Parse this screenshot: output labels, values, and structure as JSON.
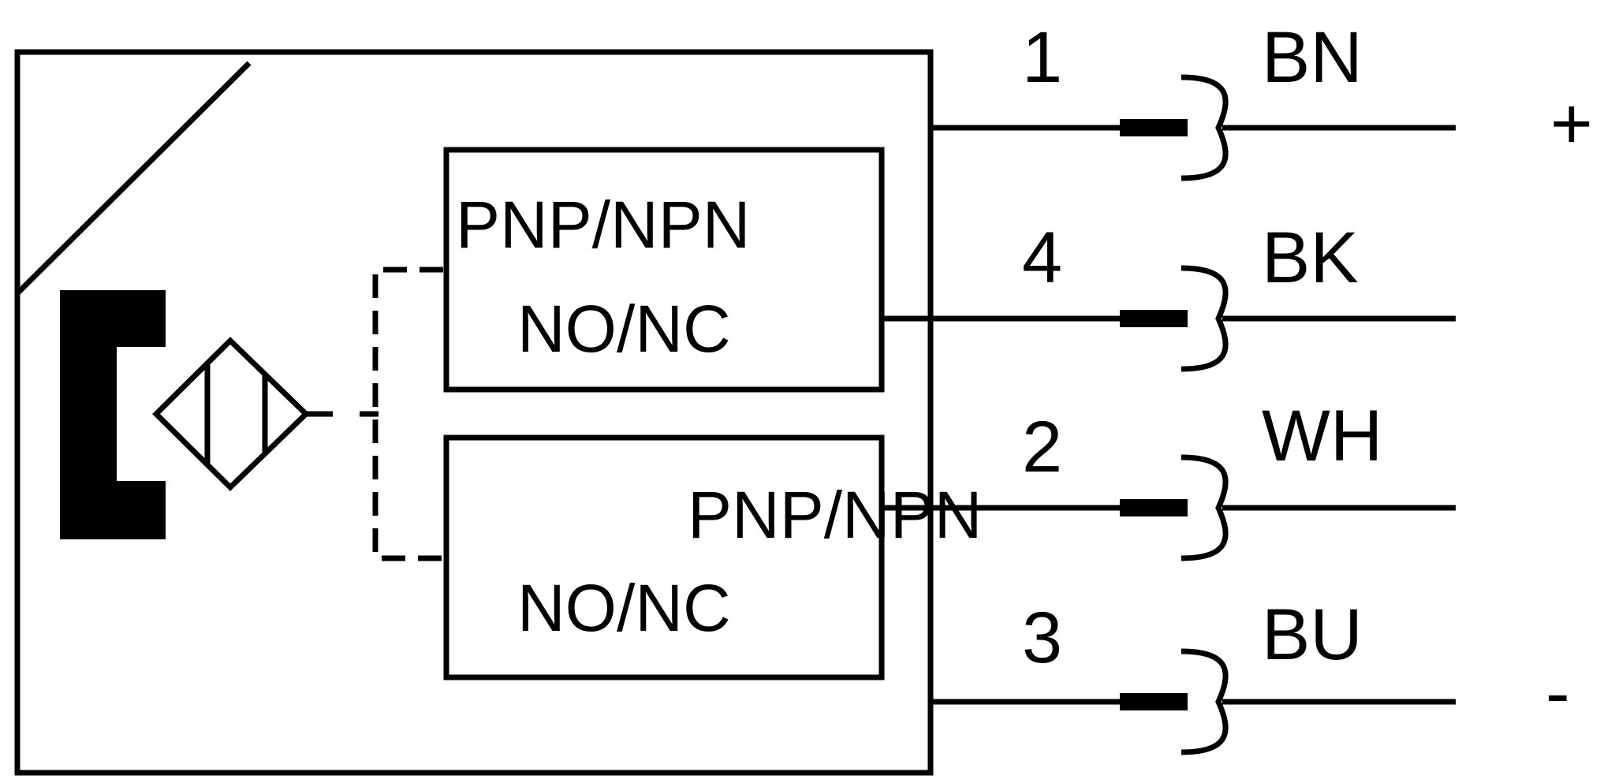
{
  "block_top": {
    "line1": "PNP/NPN",
    "line2": "NO/NC"
  },
  "block_bottom": {
    "line1": "PNP/NPN",
    "line2": "NO/NC"
  },
  "terminals": [
    {
      "pin": "1",
      "color": "BN",
      "polarity": "+"
    },
    {
      "pin": "4",
      "color": "BK",
      "polarity": ""
    },
    {
      "pin": "2",
      "color": "WH",
      "polarity": ""
    },
    {
      "pin": "3",
      "color": "BU",
      "polarity": "-"
    }
  ]
}
